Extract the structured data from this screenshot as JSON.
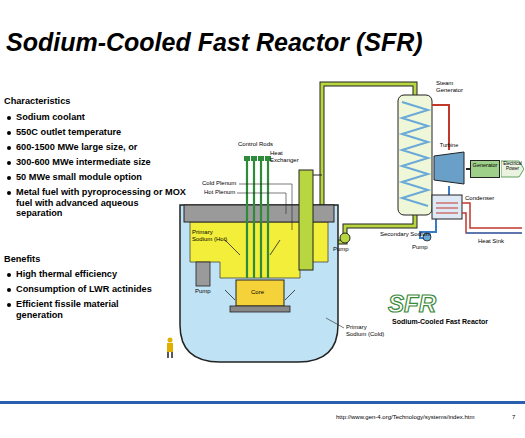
{
  "diagram": {
    "title": "Sodium-Cooled Fast Reactor (SFR)",
    "nodes": [
      {
        "text": [
          "Turbine"
        ]
      },
      {
        "text": [
          "Generator"
        ]
      },
      {
        "text": [
          "Electrical Power"
        ]
      }
    ],
    "edges": [
      {
        "from": 0,
        "to": 1,
        "arrow": "none"
      }
    ],
    "labels": [
      "Characteristics",
      "Sodium coolant",
      "550C outlet temperature",
      "600-1500 MWe large size, or",
      "300-600 MWe intermediate size",
      "50 MWe small module option",
      "Metal fuel with pyroprocessing or MOX fuel with advanced aqueous separation",
      "Benefits",
      "High thermal efficiency",
      "Consumption of LWR actinides",
      "Efficient fissile material generation",
      "Control Rods",
      "Cold Plenum",
      "Hot Plenum",
      "Primary Sodium (Hot)",
      "Pump",
      "Core",
      "Primary Sodium (Cold)",
      "Heat Exchanger",
      "Steam Generator",
      "Pump",
      "Secondary Sodium",
      "Pump",
      "Condenser",
      "Heat Sink",
      "SFR",
      "Sodium-Cooled Fast Reactor",
      "http://www.gen-4.org/Technology/systems/index.htm",
      "7"
    ]
  }
}
